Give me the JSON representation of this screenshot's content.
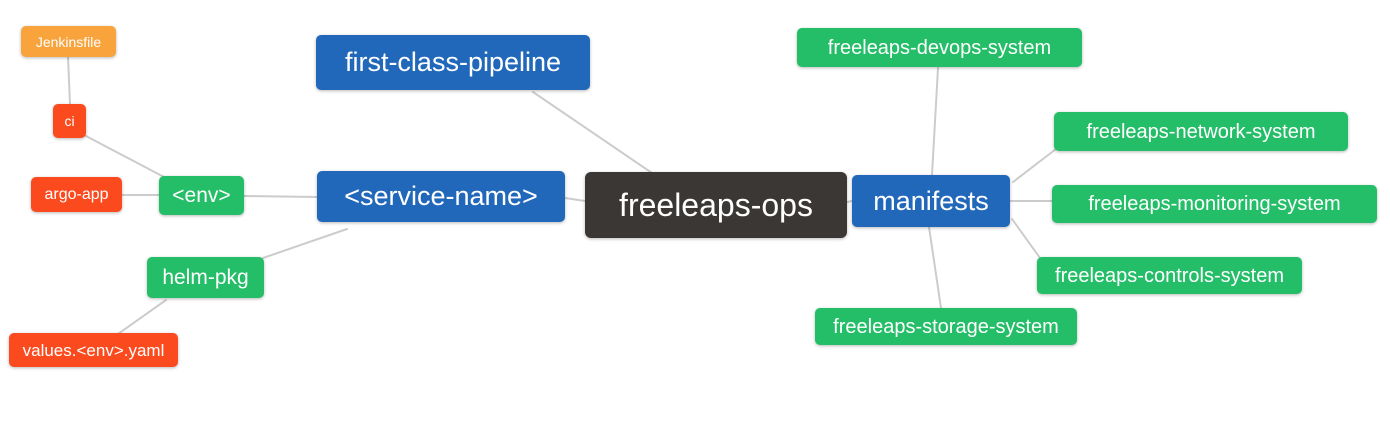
{
  "diagram": {
    "type": "mindmap",
    "root": "freeleaps-ops"
  },
  "palette": {
    "node-orange": "#f8a33c",
    "node-red": "#fb4a1d",
    "node-green": "#24be68",
    "node-blue": "#2268ba",
    "node-dark": "#3b3734",
    "edge": "#cccccc",
    "text": "#ffffff",
    "background": "#ffffff"
  },
  "nodes": {
    "jenkinsfile": {
      "label": "Jenkinsfile",
      "color": "orange"
    },
    "ci": {
      "label": "ci",
      "color": "red"
    },
    "argo_app": {
      "label": "argo-app",
      "color": "red"
    },
    "env": {
      "label": "<env>",
      "color": "green"
    },
    "helm_pkg": {
      "label": "helm-pkg",
      "color": "green"
    },
    "values_env_yaml": {
      "label": "values.<env>.yaml",
      "color": "red"
    },
    "first_class_pipeline": {
      "label": "first-class-pipeline",
      "color": "blue"
    },
    "service_name": {
      "label": "<service-name>",
      "color": "blue"
    },
    "freeleaps_ops": {
      "label": "freeleaps-ops",
      "color": "dark"
    },
    "manifests": {
      "label": "manifests",
      "color": "blue"
    },
    "devops_system": {
      "label": "freeleaps-devops-system",
      "color": "green"
    },
    "network_system": {
      "label": "freeleaps-network-system",
      "color": "green"
    },
    "monitoring_system": {
      "label": "freeleaps-monitoring-system",
      "color": "green"
    },
    "controls_system": {
      "label": "freeleaps-controls-system",
      "color": "green"
    },
    "storage_system": {
      "label": "freeleaps-storage-system",
      "color": "green"
    }
  },
  "edges": [
    [
      "jenkinsfile",
      "ci"
    ],
    [
      "ci",
      "env"
    ],
    [
      "argo_app",
      "env"
    ],
    [
      "env",
      "service_name"
    ],
    [
      "service_name",
      "helm_pkg"
    ],
    [
      "helm_pkg",
      "values_env_yaml"
    ],
    [
      "first_class_pipeline",
      "freeleaps_ops"
    ],
    [
      "service_name",
      "freeleaps_ops"
    ],
    [
      "freeleaps_ops",
      "manifests"
    ],
    [
      "manifests",
      "devops_system"
    ],
    [
      "manifests",
      "network_system"
    ],
    [
      "manifests",
      "monitoring_system"
    ],
    [
      "manifests",
      "controls_system"
    ],
    [
      "manifests",
      "storage_system"
    ]
  ]
}
